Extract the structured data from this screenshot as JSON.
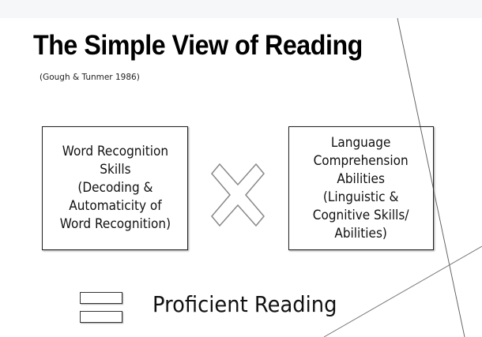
{
  "slide": {
    "title": "The Simple View of Reading",
    "citation": "(Gough & Tunmer 1986)",
    "left_box": {
      "lines": [
        "Word Recognition",
        "Skills",
        "(Decoding &",
        "Automaticity of",
        "Word Recognition)"
      ]
    },
    "operator": "multiply-icon",
    "right_box": {
      "lines": [
        "Language",
        "Comprehension",
        "Abilities",
        "(Linguistic &",
        "Cognitive Skills/",
        "Abilities)"
      ]
    },
    "equals": "equals-icon",
    "result": "Proficient Reading"
  }
}
